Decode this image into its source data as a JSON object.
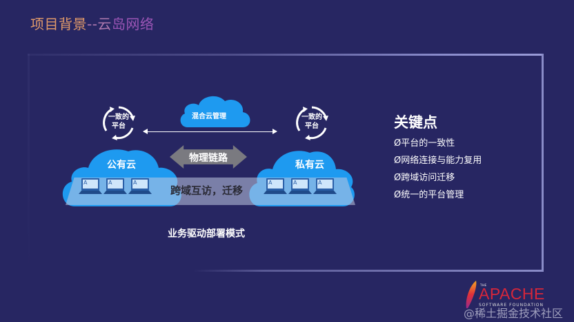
{
  "title": {
    "part1": "项目背景",
    "part2": "--云",
    "part3": "岛网络"
  },
  "diagram": {
    "hybrid_cloud": "混合云管理",
    "public_cloud": "公有云",
    "private_cloud": "私有云",
    "sync_left": {
      "line1": "一致的",
      "line2": "平台"
    },
    "sync_right": {
      "line1": "一致的",
      "line2": "平台"
    },
    "physical_link": "物理链路",
    "cross_domain": "跨域互访，迁移",
    "laptop_glyph": "A",
    "caption": "业务驱动部署模式"
  },
  "key_points": {
    "title": "关键点",
    "items": [
      "Ø平台的一致性",
      "Ø网络连接与能力复用",
      "Ø跨域访问迁移",
      "Ø统一的平台管理"
    ]
  },
  "logo": {
    "the": "THE",
    "word": "APACHE",
    "sub": "SOFTWARE FOUNDATION"
  },
  "watermark": "@稀土掘金技术社区",
  "colors": {
    "background": "#272662",
    "cloud": "#1e9af0",
    "title_orange": "#e0996a",
    "title_purple": "#9b55b5",
    "frame": "#8a8cc8"
  }
}
